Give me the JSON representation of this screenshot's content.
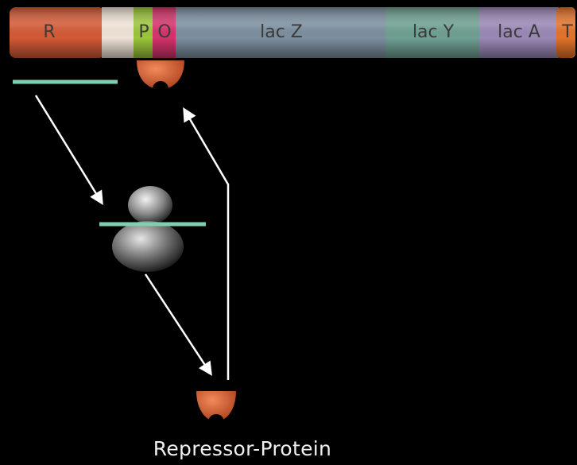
{
  "operon": {
    "segments": [
      {
        "name": "R",
        "label": "R",
        "color": "#d45a36"
      },
      {
        "name": "gap",
        "label": "",
        "color": "#efe3d6"
      },
      {
        "name": "P",
        "label": "P",
        "color": "#9cc63b"
      },
      {
        "name": "O",
        "label": "O",
        "color": "#d6336b"
      },
      {
        "name": "lacZ",
        "label": "lac Z",
        "color": "#7c8fa0"
      },
      {
        "name": "lacY",
        "label": "lac Y",
        "color": "#6fa092"
      },
      {
        "name": "lacA",
        "label": "lac A",
        "color": "#9b88b6"
      },
      {
        "name": "T",
        "label": "T",
        "color": "#e3732a"
      }
    ]
  },
  "colors": {
    "mrna": "#7fcfb0",
    "repressor": "#d2582b",
    "arrow": "#ffffff",
    "sphere": "#9a9a9a"
  },
  "caption": "Repressor-Protein"
}
